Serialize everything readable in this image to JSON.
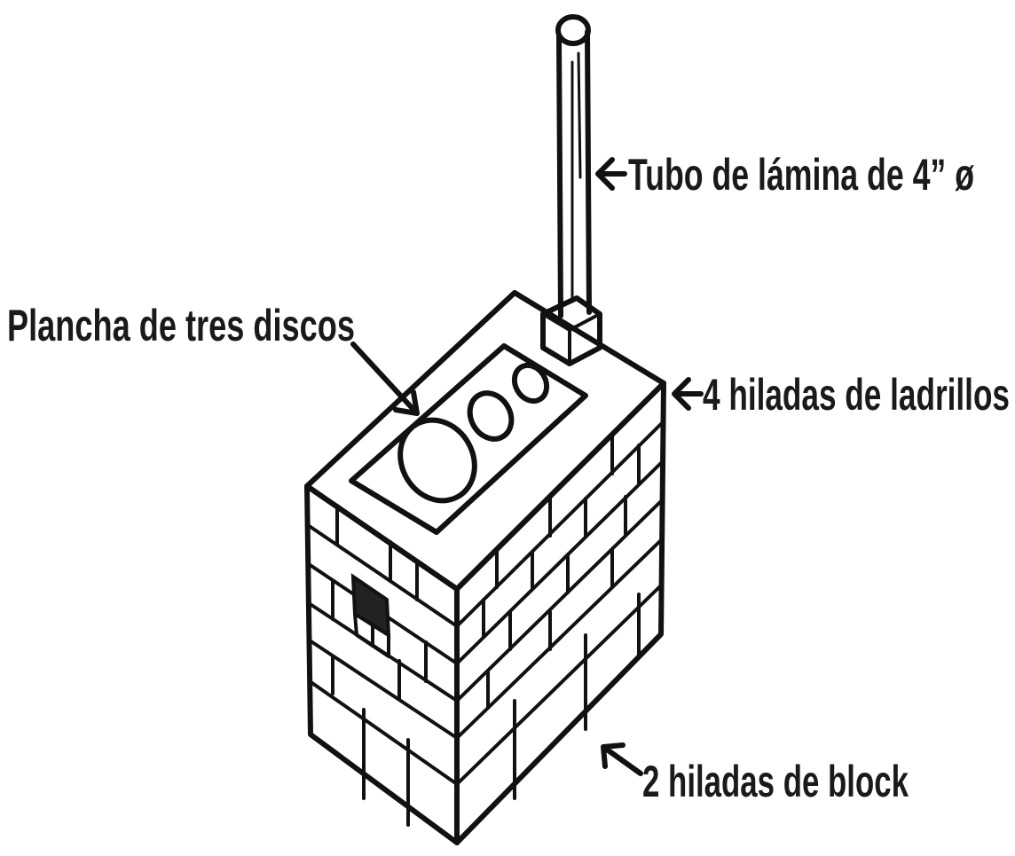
{
  "labels": {
    "pipe": "Tubo de lámina de 4” ø",
    "plate": "Plancha de tres discos",
    "bricks": "4 hiladas de ladrillos",
    "blocks": "2 hiladas de block"
  },
  "colors": {
    "ink": "#111111",
    "background": "#ffffff",
    "opening": "#222222"
  }
}
